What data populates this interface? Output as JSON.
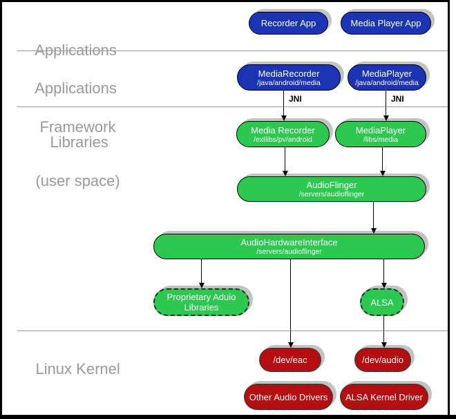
{
  "sections": [
    {
      "id": "applications",
      "label": "Applications"
    },
    {
      "id": "applications-framework",
      "label": "Applications",
      "label2": "Framework"
    },
    {
      "id": "libraries",
      "label": "Libraries",
      "label2": "(user space)"
    },
    {
      "id": "linux-kernel",
      "label": "Linux Kernel"
    }
  ],
  "jni_label": "JNI",
  "nodes": [
    {
      "id": "recorder-app",
      "label": "Recorder App",
      "kind": "blue"
    },
    {
      "id": "media-player-app",
      "label": "Media Player App",
      "kind": "blue"
    },
    {
      "id": "mediarecorder-framework",
      "label": "MediaRecorder",
      "sublabel": "/java/android/media",
      "kind": "blue"
    },
    {
      "id": "mediaplayer-framework",
      "label": "MediaPlayer",
      "sublabel": "/java/android/media",
      "kind": "blue"
    },
    {
      "id": "media-recorder-lib",
      "label": "Media Recorder",
      "sublabel": "/extlibs/pv/android",
      "kind": "green"
    },
    {
      "id": "mediaplayer-lib",
      "label": "MediaPlayer",
      "sublabel": "/libs/media",
      "kind": "green"
    },
    {
      "id": "audioflinger",
      "label": "AudioFlinger",
      "sublabel": "/servers/audioflinger",
      "kind": "green"
    },
    {
      "id": "audiohardwareinterface",
      "label": "AudioHardwareInterface",
      "sublabel": "/servers/audioflinger",
      "kind": "green"
    },
    {
      "id": "proprietary-audio-libraries",
      "label": "Proprietary Aduio",
      "label2": "Libraries",
      "kind": "green-dashed"
    },
    {
      "id": "alsa",
      "label": "ALSA",
      "kind": "green-dashed"
    },
    {
      "id": "dev-eac",
      "label": "/dev/eac",
      "kind": "red-dashed"
    },
    {
      "id": "dev-audio",
      "label": "/dev/audio",
      "kind": "red-dashed"
    },
    {
      "id": "other-audio-drivers",
      "label": "Other Audio Drivers",
      "kind": "red-dashed"
    },
    {
      "id": "alsa-kernel-driver",
      "label": "ALSA Kernel Driver",
      "kind": "red-dashed"
    }
  ],
  "colors": {
    "blue": "#1b34b5",
    "green": "#2dc850",
    "red": "#b50d10",
    "shadow": "#c3c3c3",
    "section_text": "#9a9a9a",
    "divider": "#9a9a9a"
  }
}
